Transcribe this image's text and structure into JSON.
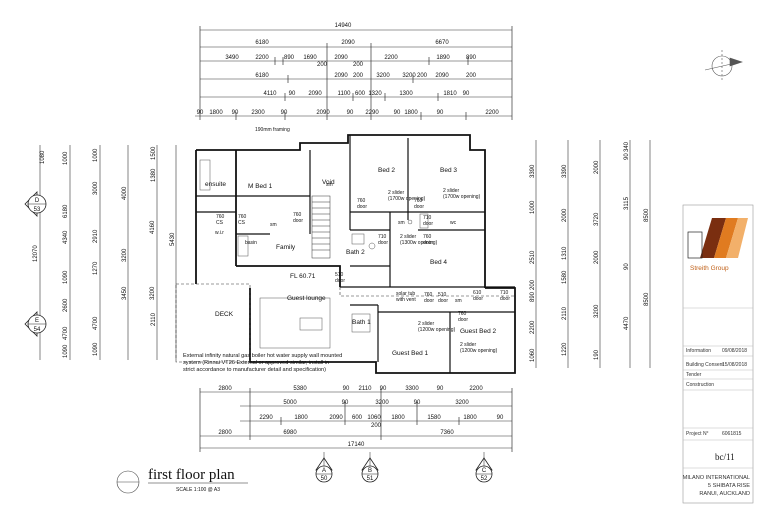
{
  "overall": {
    "top": "14940",
    "bottom": "17140"
  },
  "top_dims": {
    "row1": [
      "6180",
      "2090",
      "6670"
    ],
    "row2": [
      "3490",
      "2200",
      "890",
      "1690",
      "200",
      "2090",
      "200",
      "2200",
      "1890",
      "890"
    ],
    "row3": [
      "6180",
      "2090",
      "200",
      "3200",
      "3200",
      "200",
      "2090",
      "200"
    ],
    "row4": [
      "4110",
      "90",
      "2090",
      "1100",
      "600",
      "1320",
      "1300",
      "1810",
      "90"
    ],
    "row5": [
      "90",
      "1800",
      "90",
      "2300",
      "90",
      "2090",
      "90",
      "2290",
      "90",
      "1800",
      "90",
      "2200"
    ]
  },
  "bottom_dims": {
    "row1": [
      "2800",
      "5380",
      "90",
      "2110",
      "90",
      "3300",
      "90",
      "2200"
    ],
    "row2": [
      "5000",
      "90",
      "3200",
      "90",
      "3200"
    ],
    "row3": [
      "2290",
      "1800",
      "2090",
      "600",
      "1060",
      "1800",
      "1580",
      "1800",
      "90"
    ],
    "row4": [
      "2800",
      "6980",
      "7360"
    ],
    "extra": [
      "200"
    ]
  },
  "left_dims": [
    "1080",
    "1000",
    "3000",
    "6180",
    "4000",
    "4340",
    "2910",
    "12070",
    "1380",
    "4160",
    "3200",
    "1500",
    "1270",
    "1090",
    "2600",
    "4700",
    "3450",
    "2110",
    "3200",
    "1090",
    "4700",
    "1090",
    "5430",
    "1000"
  ],
  "right_dims": [
    "3390",
    "2000",
    "3390",
    "340",
    "90",
    "1000",
    "2000",
    "3115",
    "8500",
    "3720",
    "8500",
    "1310",
    "2510",
    "2000",
    "1580",
    "200",
    "90",
    "890",
    "2200",
    "2110",
    "3200",
    "4470",
    "1220",
    "1060",
    "190"
  ],
  "framing_note": "190mm framing",
  "rooms": {
    "ensuite": "ensuite",
    "m_bed1": "M Bed 1",
    "void": "Void",
    "bed2": "Bed 2",
    "bed3": "Bed 3",
    "bed4": "Bed 4",
    "family": "Family",
    "basin": "basin",
    "bath2": "Bath 2",
    "guest_lounge": "Guest lounge",
    "bath1": "Bath 1",
    "guest_bed1": "Guest Bed 1",
    "guest_bed2": "Guest Bed 2",
    "deck": "DECK"
  },
  "labels": {
    "wir": "w.i.r",
    "sm1": "sm",
    "sm2": "sm",
    "sm3": "sm",
    "sm4": "sm",
    "wc": "wc",
    "fl": "FL 60.71",
    "solar_tub": "solar tub",
    "with_vent": "with vent",
    "slider_bed2": "2 slider",
    "slider_bed2_open": "(1700w opening)",
    "slider_bed3": "2 slider",
    "slider_bed3_open": "(1700w opening)",
    "slider_bath2": "2 slider",
    "slider_bath2_open": "(1300w opening)",
    "slider_gb1": "2 slider",
    "slider_gb1_open": "(1200w opening)",
    "slider_gb2": "2 slider",
    "slider_gb2_open": "(1200w opening)",
    "d760_cs_a": "760",
    "cs_a": "CS",
    "d760_cs_b": "760",
    "cs_b": "CS",
    "d760_mbed": "760",
    "door_mbed": "door",
    "d760_bed2": "760",
    "door_bed2": "door",
    "d760_bed3": "760",
    "door_bed3": "door",
    "d710_wc": "710",
    "door_wc": "door",
    "d710_bath2": "710",
    "door_bath2": "door",
    "d760_bed4": "760",
    "door_bed4": "door",
    "d510": "510",
    "door_510": "door",
    "d760_gb": "760",
    "door_gb": "door",
    "d510_b": "510",
    "door_510b": "door",
    "d610": "610",
    "door_610": "door",
    "d710_b": "710",
    "door_710b": "door",
    "d760_gb2": "760",
    "door_gb2": "door"
  },
  "note": {
    "line1": "External infinity natural gas boiler hot water supply wall mounted",
    "line2": "system (Rinnai VT26 External or approved similar, install in",
    "line3": "strict accordance to manufacturer detail and specification)"
  },
  "sections": [
    {
      "letter": "D",
      "num": "53"
    },
    {
      "letter": "E",
      "num": "54"
    },
    {
      "letter": "A",
      "num": "50"
    },
    {
      "letter": "B",
      "num": "51"
    },
    {
      "letter": "C",
      "num": "52"
    }
  ],
  "plan_title": "first floor plan",
  "scale": "SCALE 1:100 @ A3",
  "title_block": {
    "company": "Streith Group",
    "date1_label": "Information",
    "date1": "09/08/2018",
    "date2_label": "Building Consent",
    "date2": "15/08/2018",
    "row3_label": "Tender",
    "row4_label": "Construction",
    "project_label": "Project N°",
    "project_no": "6061815",
    "sheet": "bc/11",
    "project_name": "MILANO INTERNATIONAL",
    "address1": "5 SHIBATA RISE",
    "address2": "RANUI, AUCKLAND"
  },
  "colors": {
    "accent_dark": "#7a2e10",
    "accent_orange": "#e07b20",
    "accent_light": "#f2b06a"
  }
}
